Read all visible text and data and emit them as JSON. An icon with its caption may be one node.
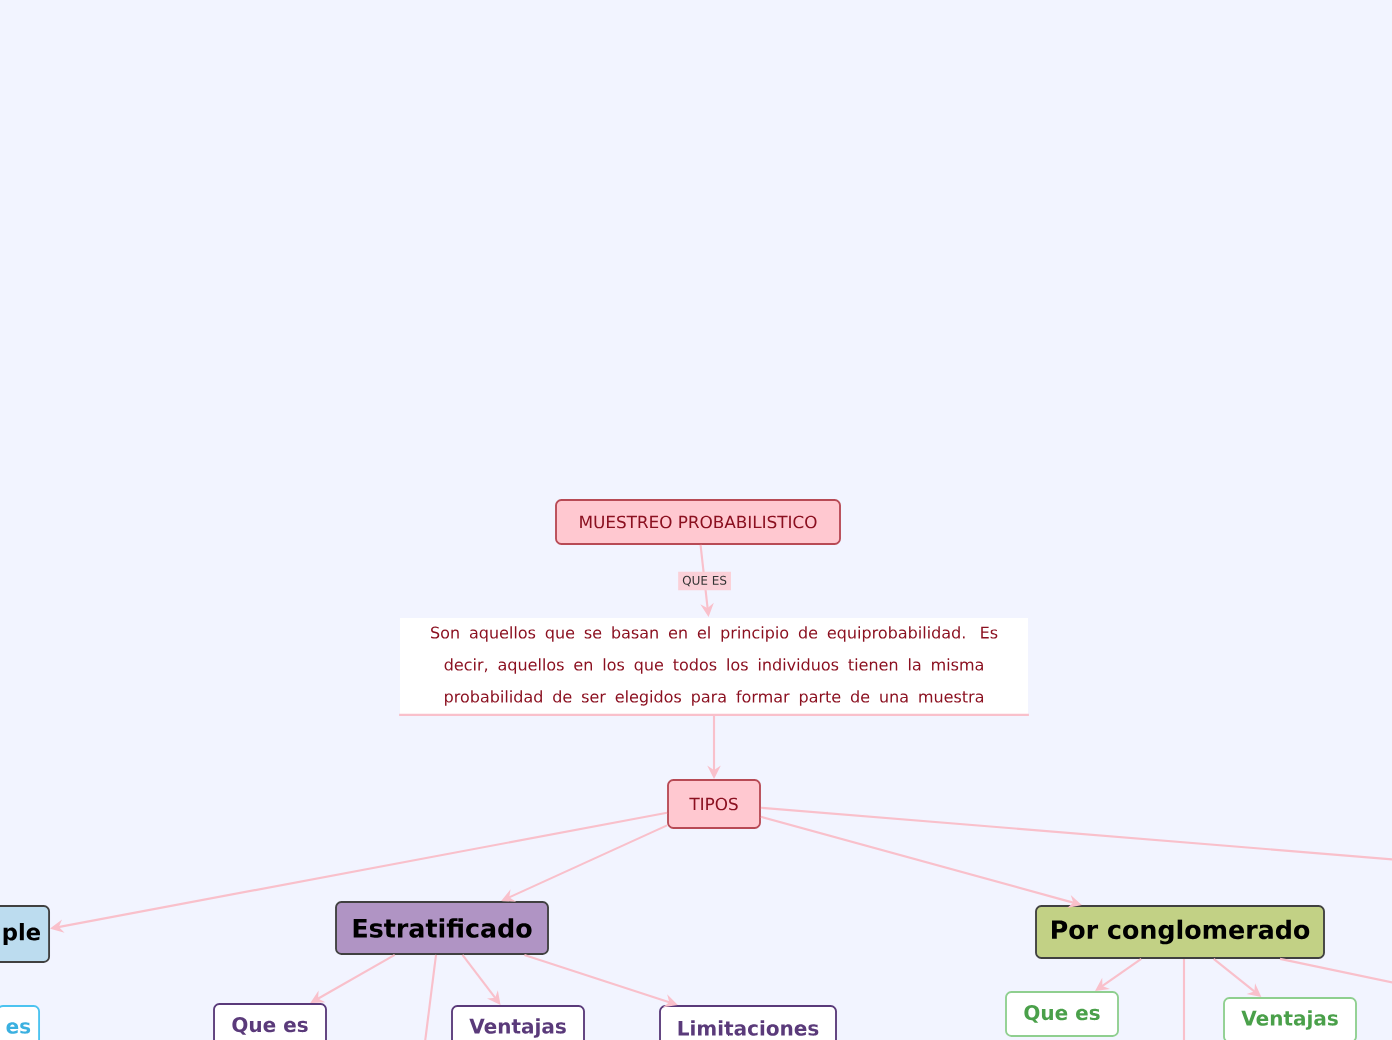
{
  "diagram": {
    "nodes": [
      {
        "text": [
          "MUESTREO PROBABILISTICO"
        ]
      },
      {
        "text": [
          "Son aquellos que se basan en el principio de equiprobabilidad. Es decir, aquellos en los que todos los individuos tienen la misma probabilidad de ser elegidos para formar parte de una muestra"
        ]
      },
      {
        "text": [
          "TIPOS"
        ]
      },
      {
        "text": [
          "ple"
        ]
      },
      {
        "text": [
          "es"
        ]
      },
      {
        "text": [
          "Estratificado"
        ]
      },
      {
        "text": [
          "Que es"
        ]
      },
      {
        "text": [
          "Ventajas"
        ]
      },
      {
        "text": [
          "Limitaciones"
        ]
      },
      {
        "text": [
          "Por conglomerado"
        ]
      },
      {
        "text": [
          "Que es"
        ]
      },
      {
        "text": [
          "Ventajas"
        ]
      }
    ],
    "edges": [
      {
        "from": 0,
        "to": 1,
        "arrow": "to",
        "label": "QUE ES"
      },
      {
        "from": 1,
        "to": 2,
        "arrow": "to"
      },
      {
        "from": 2,
        "to": 3,
        "arrow": "to"
      },
      {
        "from": 2,
        "to": 5,
        "arrow": "to"
      },
      {
        "from": 2,
        "to": 9,
        "arrow": "to"
      },
      {
        "from": 2,
        "to": null,
        "arrow": "none"
      },
      {
        "from": 5,
        "to": 6,
        "arrow": "to"
      },
      {
        "from": 5,
        "to": 7,
        "arrow": "to"
      },
      {
        "from": 5,
        "to": 8,
        "arrow": "to"
      },
      {
        "from": 5,
        "to": null,
        "arrow": "none"
      },
      {
        "from": 9,
        "to": 10,
        "arrow": "to"
      },
      {
        "from": 9,
        "to": 11,
        "arrow": "to"
      },
      {
        "from": 9,
        "to": null,
        "arrow": "none"
      },
      {
        "from": 9,
        "to": null,
        "arrow": "none"
      }
    ]
  }
}
